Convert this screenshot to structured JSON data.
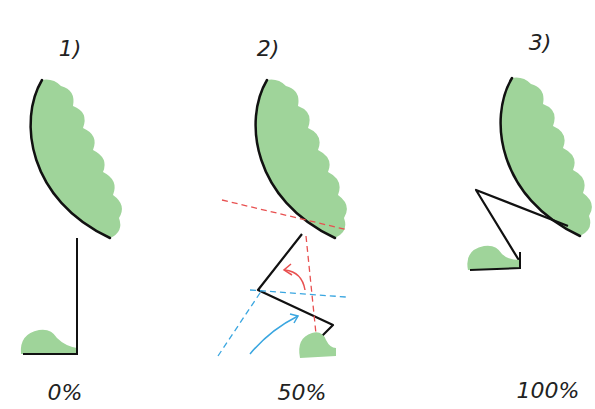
{
  "diagram": {
    "labels": [
      "1)",
      "2)",
      "3)",
      "0%",
      "50%",
      "100%"
    ]
  }
}
